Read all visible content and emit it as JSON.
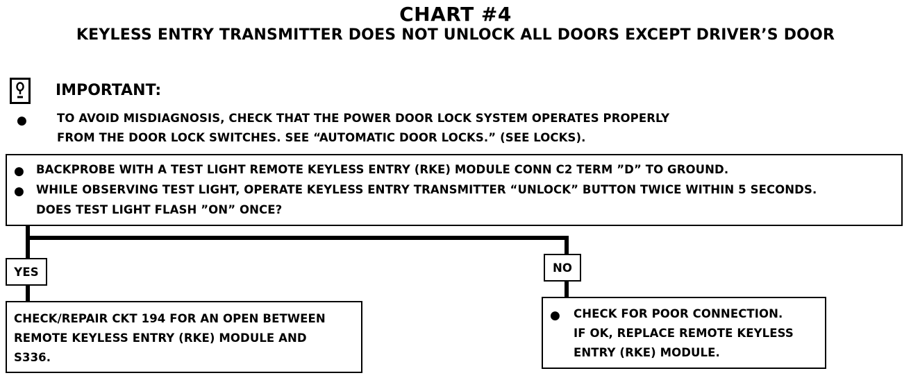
{
  "header": {
    "title": "CHART #4",
    "subtitle": "KEYLESS ENTRY TRANSMITTER DOES NOT UNLOCK ALL DOORS EXCEPT DRIVER’S DOOR"
  },
  "important": {
    "icon": "exclamation-icon",
    "label": "IMPORTANT:",
    "bullet": "●",
    "lines": [
      "TO AVOID MISDIAGNOSIS, CHECK THAT THE POWER DOOR LOCK SYSTEM OPERATES PROPERLY",
      "FROM THE DOOR LOCK SWITCHES.  SEE “AUTOMATIC DOOR LOCKS.” (SEE LOCKS)."
    ]
  },
  "test_step": {
    "bullets": [
      "●",
      "●"
    ],
    "lines": [
      "BACKPROBE WITH A TEST LIGHT REMOTE KEYLESS ENTRY (RKE) MODULE CONN C2 TERM ”D” TO GROUND.",
      "WHILE OBSERVING TEST LIGHT, OPERATE KEYLESS ENTRY TRANSMITTER “UNLOCK” BUTTON TWICE WITHIN 5 SECONDS.",
      "DOES TEST LIGHT FLASH ”ON” ONCE?"
    ]
  },
  "yes_branch": {
    "label": "YES",
    "lines": [
      "CHECK/REPAIR CKT 194 FOR AN OPEN BETWEEN",
      "REMOTE KEYLESS ENTRY (RKE) MODULE AND",
      "S336."
    ]
  },
  "no_branch": {
    "label": "NO",
    "bullet": "●",
    "lines": [
      "CHECK FOR POOR CONNECTION.",
      "IF OK, REPLACE REMOTE KEYLESS",
      "ENTRY (RKE) MODULE."
    ]
  }
}
